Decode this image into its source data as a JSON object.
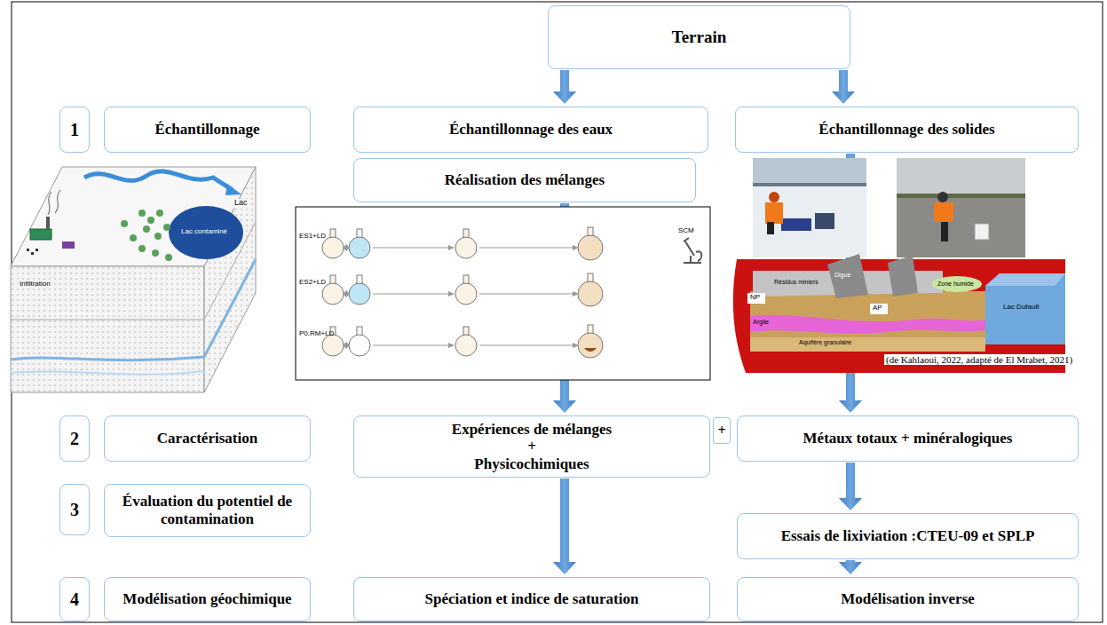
{
  "diagram": {
    "nodes": [
      {
        "text": [
          "Terrain"
        ]
      },
      {
        "text": [
          "1"
        ]
      },
      {
        "text": [
          "Échantillonnage"
        ]
      },
      {
        "text": [
          "Échantillonnage des eaux"
        ]
      },
      {
        "text": [
          "Échantillonnage des solides"
        ]
      },
      {
        "text": [
          "Réalisation des mélanges"
        ]
      },
      {
        "text": [
          "2"
        ]
      },
      {
        "text": [
          "Caractérisation"
        ]
      },
      {
        "text": [
          "Expériences de mélanges",
          "+",
          "Physicochimiques"
        ]
      },
      {
        "text": [
          "+"
        ]
      },
      {
        "text": [
          "Métaux totaux + minéralogiques"
        ]
      },
      {
        "text": [
          "3"
        ]
      },
      {
        "text": [
          "Évaluation du potentiel de contamination"
        ]
      },
      {
        "text": [
          "Essais de lixiviation :CTEU-09 et SPLP"
        ]
      },
      {
        "text": [
          "4"
        ]
      },
      {
        "text": [
          "Modélisation géochimique"
        ]
      },
      {
        "text": [
          "Spéciation et indice de saturation"
        ]
      },
      {
        "text": [
          "Modélisation inverse"
        ]
      }
    ],
    "edges": [
      {
        "from": 0,
        "to": 3,
        "arrow": "to"
      },
      {
        "from": 0,
        "to": 4,
        "arrow": "to"
      },
      {
        "from": 5,
        "to": 8,
        "arrow": "to"
      },
      {
        "from": 4,
        "to": 10,
        "arrow": "to"
      },
      {
        "from": 10,
        "to": 13,
        "arrow": "to"
      },
      {
        "from": 8,
        "to": 16,
        "arrow": "to"
      },
      {
        "from": 13,
        "to": 17,
        "arrow": "to"
      }
    ],
    "labels": [
      "(de Kahlaoui, 2022, adapté de El Mrabet, 2021)",
      "ES1+LD",
      "ES2+LD",
      "P0.RM+LD",
      "SCM",
      "Lac",
      "Lac contaminé",
      "Infiltration",
      "Résidus miniers",
      "NP",
      "AP",
      "Zone humide",
      "Argile",
      "Aquifère granulaire",
      "Lac Dufault",
      "Digue"
    ]
  }
}
